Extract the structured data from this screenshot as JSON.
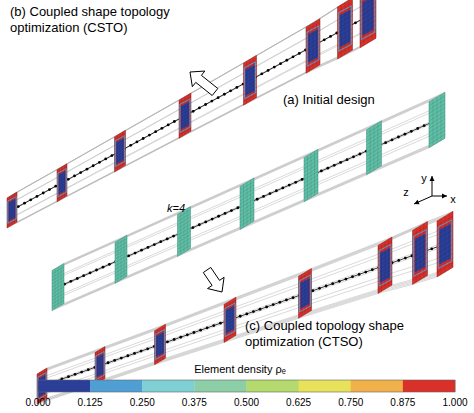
{
  "diagram": {
    "nodes": [
      {
        "text": [
          "(b) Coupled shape topology optimization (CSTO)"
        ]
      },
      {
        "text": [
          "(a) Initial design"
        ]
      },
      {
        "text": [
          "(c) Coupled topology shape optimization (CTSO)"
        ]
      }
    ],
    "edges": [
      {
        "from": 1,
        "to": 0,
        "arrow": "to"
      },
      {
        "from": 1,
        "to": 2,
        "arrow": "to"
      }
    ],
    "labels": [
      "k=4",
      "y",
      "x",
      "z",
      "Element density ρₑ",
      "0.000",
      "0.125",
      "0.250",
      "0.375",
      "0.500",
      "0.625",
      "0.750",
      "0.875",
      "1.000"
    ]
  }
}
